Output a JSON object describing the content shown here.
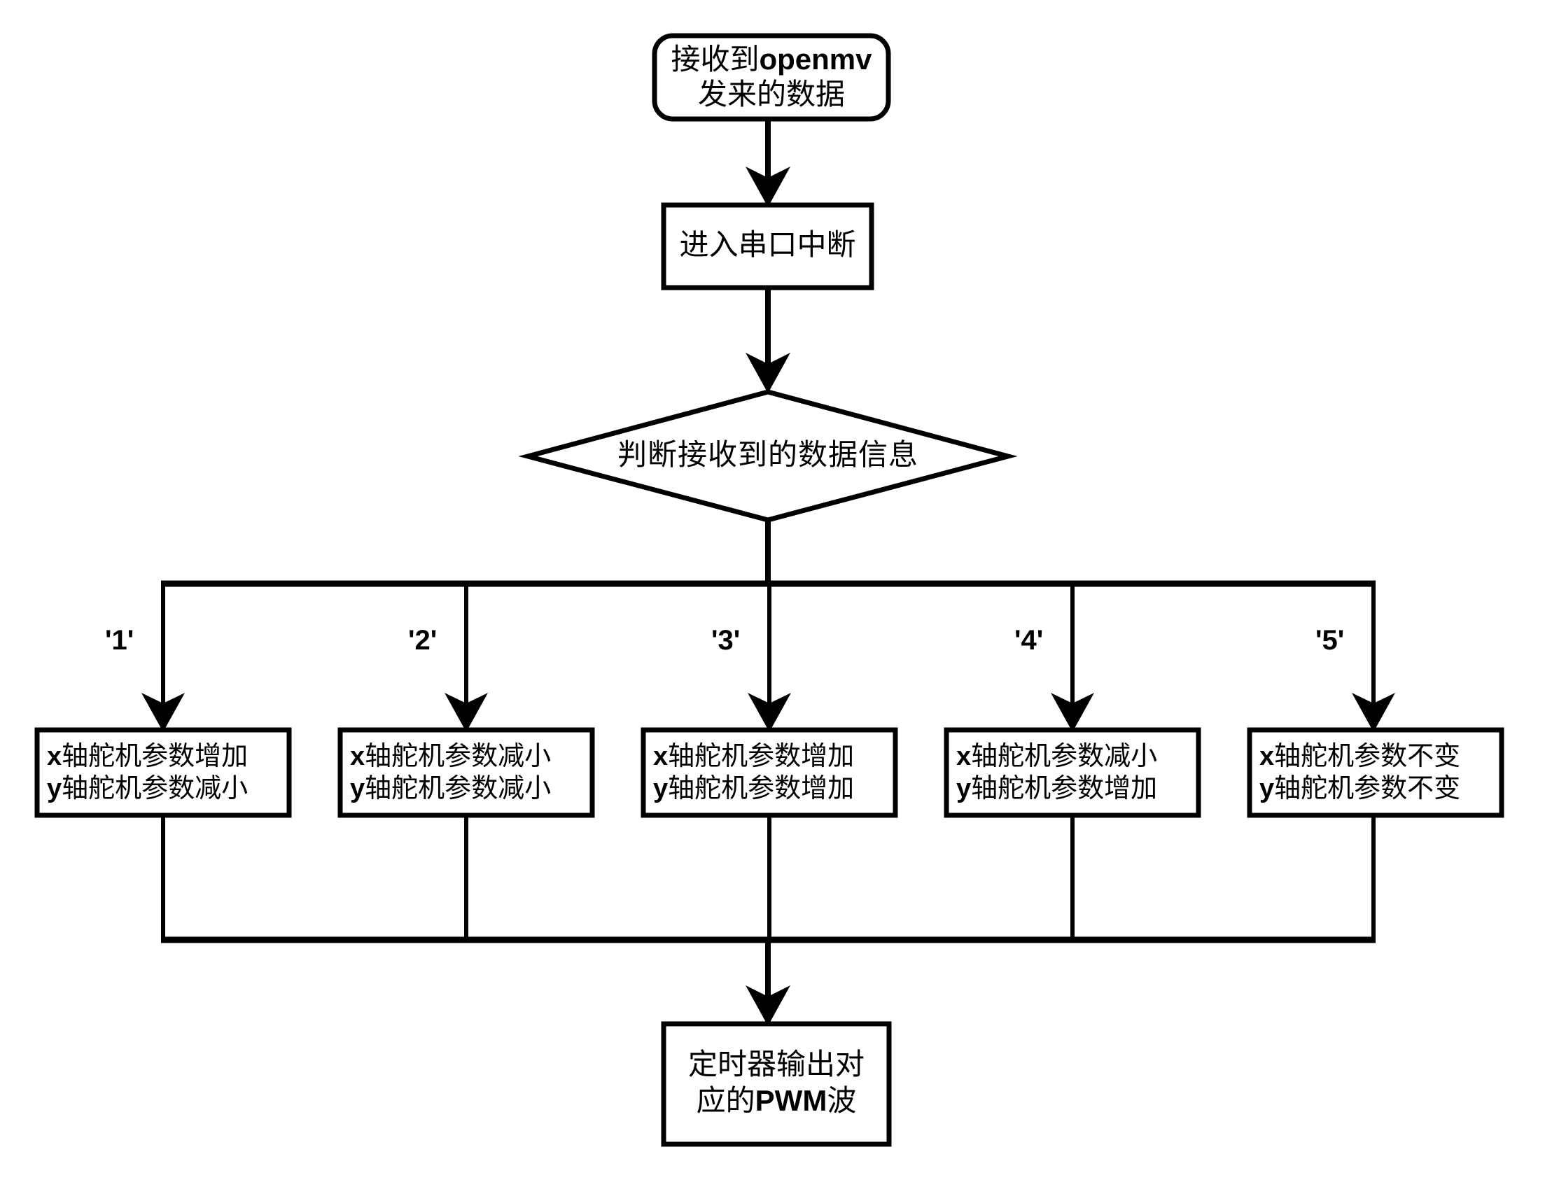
{
  "diagram": {
    "title_text": "",
    "colors": {
      "stroke": "#000000",
      "fill": "#ffffff",
      "text": "#000000"
    },
    "nodes": {
      "start": {
        "shape": "rounded-rectangle",
        "line1_cn": "接收到",
        "line1_latin": "openmv",
        "line2": "发来的数据"
      },
      "enter_interrupt": {
        "shape": "rectangle",
        "label": "进入串口中断"
      },
      "decision": {
        "shape": "diamond",
        "label": "判断接收到的数据信息"
      },
      "output": {
        "shape": "rectangle",
        "line1": "定时器输出对",
        "line2_cn_prefix": "应的",
        "line2_latin": "PWM",
        "line2_cn_suffix": "波"
      }
    },
    "branches": [
      {
        "edge_label": "'1'",
        "axis_x": "x",
        "line1_rest": "轴舵机参数增加",
        "axis_y": "y",
        "line2_rest": "轴舵机参数减小"
      },
      {
        "edge_label": "'2'",
        "axis_x": "x",
        "line1_rest": "轴舵机参数减小",
        "axis_y": "y",
        "line2_rest": "轴舵机参数减小"
      },
      {
        "edge_label": "'3'",
        "axis_x": "x",
        "line1_rest": "轴舵机参数增加",
        "axis_y": "y",
        "line2_rest": "轴舵机参数增加"
      },
      {
        "edge_label": "'4'",
        "axis_x": "x",
        "line1_rest": "轴舵机参数减小",
        "axis_y": "y",
        "line2_rest": "轴舵机参数增加"
      },
      {
        "edge_label": "'5'",
        "axis_x": "x",
        "line1_rest": "轴舵机参数不变",
        "axis_y": "y",
        "line2_rest": "轴舵机参数不变"
      }
    ]
  }
}
